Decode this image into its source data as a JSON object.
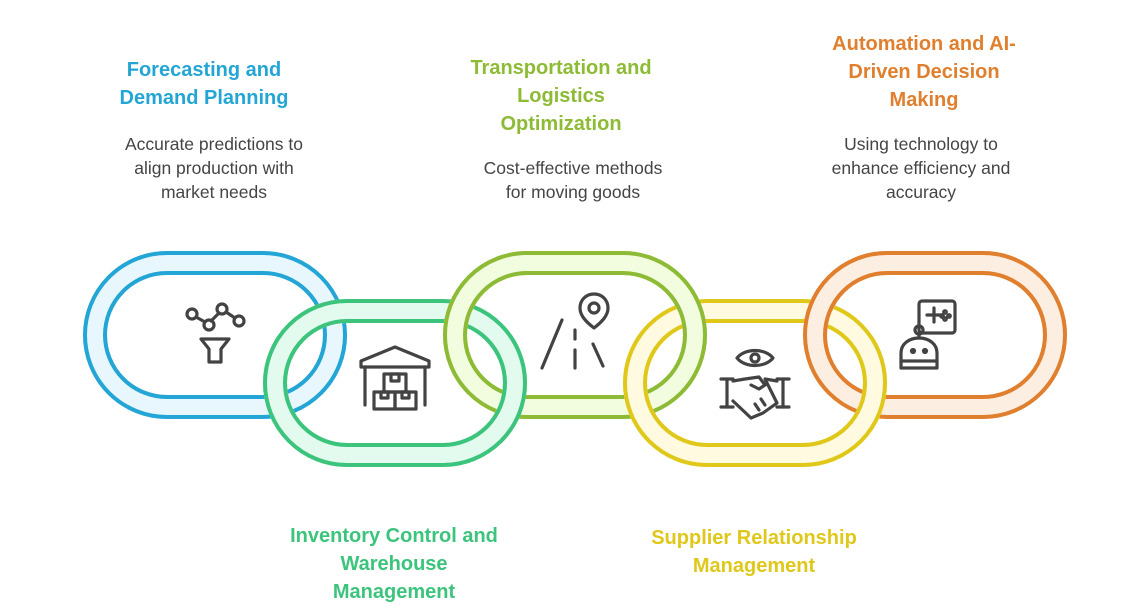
{
  "steps": [
    {
      "title": "Forecasting and Demand Planning",
      "title_lines": [
        "Forecasting and",
        "Demand Planning"
      ],
      "description_lines": [
        "Accurate predictions to",
        "align production with",
        "market needs"
      ],
      "icon": "chart-funnel-icon",
      "color": "#23a6d5",
      "fill": "#e8f7fd"
    },
    {
      "title": "Inventory Control and Warehouse Management",
      "title_lines": [
        "Inventory Control and",
        "Warehouse",
        "Management"
      ],
      "description_lines": [],
      "icon": "warehouse-boxes-icon",
      "color": "#3cc47c",
      "fill": "#e2fbee"
    },
    {
      "title": "Transportation and Logistics Optimization",
      "title_lines": [
        "Transportation and",
        "Logistics",
        "Optimization"
      ],
      "description_lines": [
        "Cost-effective methods",
        "for moving goods"
      ],
      "icon": "road-location-pin-icon",
      "color": "#8dbb35",
      "fill": "#f2fde0"
    },
    {
      "title": "Supplier Relationship Management",
      "title_lines": [
        "Supplier Relationship",
        "Management"
      ],
      "description_lines": [],
      "icon": "handshake-eye-icon",
      "color": "#e0c81a",
      "fill": "#fffae0"
    },
    {
      "title": "Automation and AI-Driven Decision Making",
      "title_lines": [
        "Automation and AI-",
        "Driven Decision",
        "Making"
      ],
      "description_lines": [
        "Using technology to",
        "enhance efficiency and",
        "accuracy"
      ],
      "icon": "robot-gamepad-icon",
      "color": "#e07f2e",
      "fill": "#fdeee2"
    }
  ]
}
